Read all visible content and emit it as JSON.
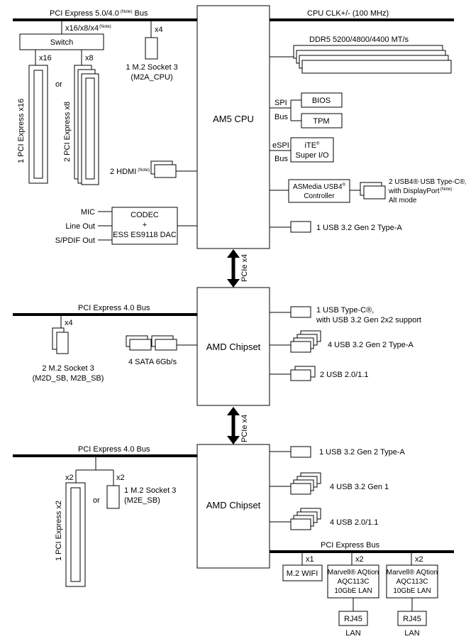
{
  "cpu": {
    "label": "AM5 CPU",
    "pcie_bus_label": "PCI Express 5.0/4.0",
    "pcie_bus_note": "(Note)",
    "pcie_bus_suffix": "Bus",
    "clk_label": "CPU CLK+/- (100 MHz)",
    "lanes_label": "x16/x8/x4",
    "lanes_note": "(Note)",
    "switch_label": "Switch",
    "x16": "x16",
    "x8": "x8",
    "or": "or",
    "slot_x16_label": "1 PCI Express x16",
    "slot_x8_label": "2 PCI Express x8",
    "m2a_lanes": "x4",
    "m2a_line1": "1 M.2 Socket 3",
    "m2a_line2": "(M2A_CPU)",
    "ddr5": "DDR5 5200/4800/4400 MT/s",
    "spi": "SPI",
    "spi_bus": "Bus",
    "bios": "BIOS",
    "tpm": "TPM",
    "espi": "eSPI",
    "espi_bus": "Bus",
    "ite_line1": "iTE",
    "ite_reg": "®",
    "ite_line2": "Super I/O",
    "hdmi": "2 HDMI",
    "hdmi_note": "(Note)",
    "asm_line1": "ASMedia USB4",
    "asm_reg": "®",
    "asm_line2": "Controller",
    "usb4_line1": "2 USB4® USB Type-C®,",
    "usb4_line2": "with DisplayPort",
    "usb4_note": "(Note)",
    "usb4_line3": "Alt mode",
    "mic": "MIC",
    "line_out": "Line Out",
    "spdif": "S/PDIF Out",
    "codec_line1": "CODEC",
    "codec_line2": "+",
    "codec_line3": "ESS ES9118 DAC",
    "usb32_cpu": "1 USB 3.2 Gen 2 Type-A"
  },
  "link1": "PCIe x4",
  "chipset1": {
    "label": "AMD Chipset",
    "bus": "PCI Express 4.0 Bus",
    "x4": "x4",
    "m2_line1": "2 M.2 Socket 3",
    "m2_line2": "(M2D_SB, M2B_SB)",
    "sata": "4 SATA 6Gb/s",
    "typec_line1": "1 USB Type-C®,",
    "typec_line2": "with USB 3.2 Gen 2x2 support",
    "usb_gen2": "4 USB 3.2 Gen 2 Type-A",
    "usb20": "2 USB 2.0/1.1"
  },
  "link2": "PCIe x4",
  "chipset2": {
    "label": "AMD Chipset",
    "bus": "PCI Express 4.0 Bus",
    "x2a": "x2",
    "x2b": "x2",
    "or": "or",
    "slot_label": "1 PCI Express x2",
    "m2_line1": "1 M.2 Socket 3",
    "m2_line2": "(M2E_SB)",
    "usb_gen2": "1 USB 3.2 Gen 2 Type-A",
    "usb_gen1": "4 USB 3.2 Gen 1",
    "usb20": "4 USB 2.0/1.1",
    "pcie_bus": "PCI Express Bus",
    "x1": "x1",
    "x2c": "x2",
    "x2d": "x2",
    "wifi": "M.2 WIFI",
    "lan1_line1": "Marvell® AQtion",
    "lan1_line2": "AQC113C",
    "lan1_line3": "10GbE LAN",
    "lan2_line1": "Marvell® AQtion",
    "lan2_line2": "AQC113C",
    "lan2_line3": "10GbE LAN",
    "rj45_1": "RJ45",
    "rj45_2": "RJ45",
    "lan_1": "LAN",
    "lan_2": "LAN"
  }
}
